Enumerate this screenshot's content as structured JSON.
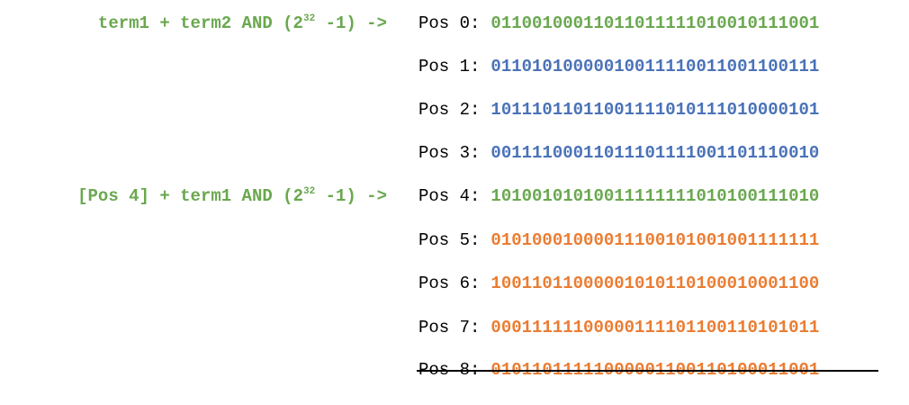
{
  "annotations": [
    {
      "prefix": "term1 + term2 AND (2",
      "exponent": "32",
      "suffix": " -1) ->",
      "color": "#6aa84f"
    },
    {
      "prefix": "[Pos 4] + term1 AND (2",
      "exponent": "32",
      "suffix": " -1) ->",
      "color": "#6aa84f"
    }
  ],
  "rows": [
    {
      "label": "Pos 0:",
      "bits": "01100100011011011111010010111001",
      "color": "#6aa84f",
      "struck": false
    },
    {
      "label": "Pos 1:",
      "bits": "01101010000010011110011001100111",
      "color": "#4a72b8",
      "struck": false
    },
    {
      "label": "Pos 2:",
      "bits": "10111011011001111010111010000101",
      "color": "#4a72b8",
      "struck": false
    },
    {
      "label": "Pos 3:",
      "bits": "00111100011011101111001101110010",
      "color": "#4a72b8",
      "struck": false
    },
    {
      "label": "Pos 4:",
      "bits": "10100101010011111111010100111010",
      "color": "#6aa84f",
      "struck": false
    },
    {
      "label": "Pos 5:",
      "bits": "01010001000011100101001001111111",
      "color": "#ea7d33",
      "struck": false
    },
    {
      "label": "Pos 6:",
      "bits": "10011011000001010110100010001100",
      "color": "#ea7d33",
      "struck": false
    },
    {
      "label": "Pos 7:",
      "bits": "00011111100000111101100110101011",
      "color": "#ea7d33",
      "struck": false
    },
    {
      "label": "Pos 8:",
      "bits": "01011011111000001100110100011001",
      "color": "#ea7d33",
      "struck": true
    }
  ]
}
